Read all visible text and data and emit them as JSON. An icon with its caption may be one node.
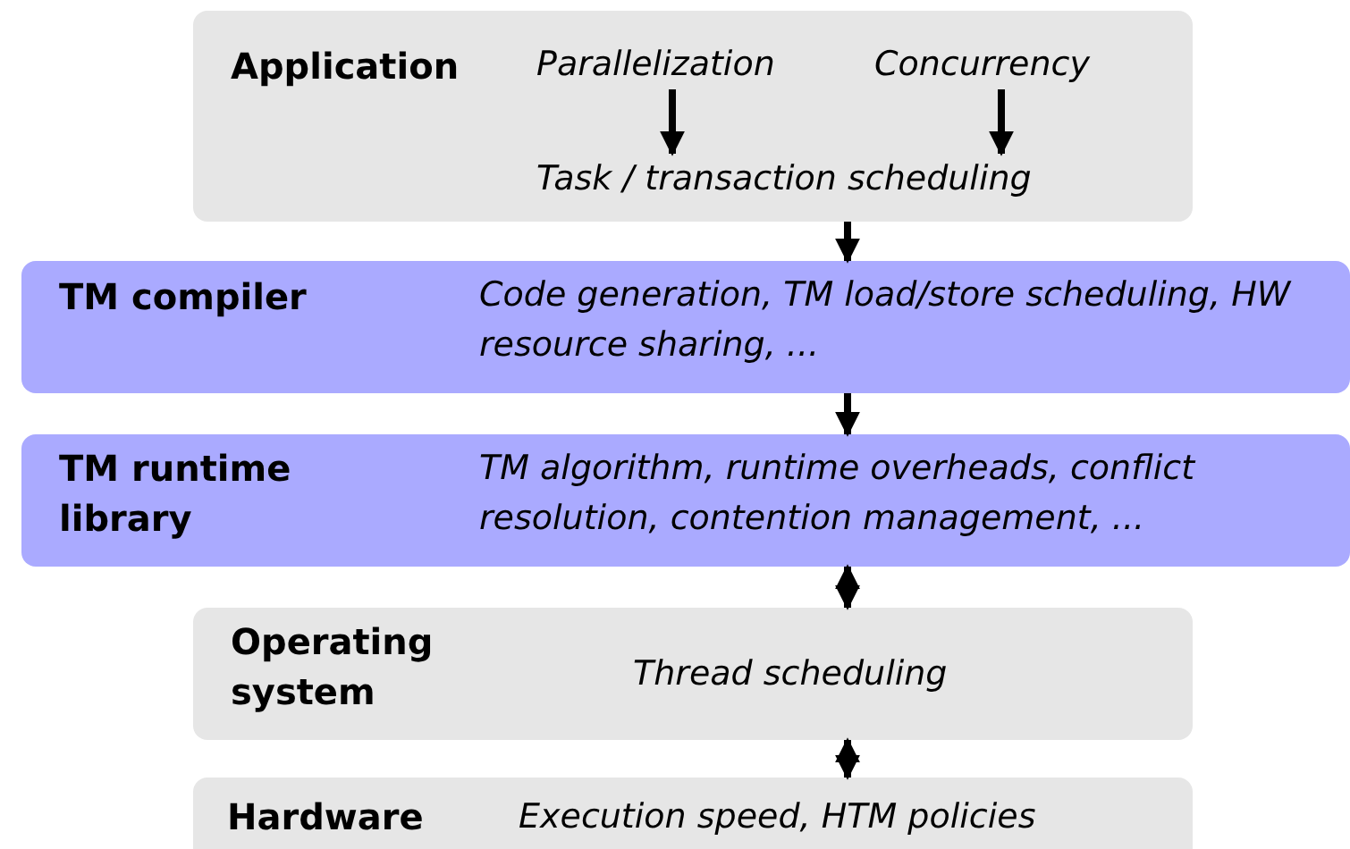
{
  "diagram": {
    "nodes": [
      {
        "text": [
          "Application"
        ]
      },
      {
        "text": [
          "Parallelization"
        ],
        "in": 0
      },
      {
        "text": [
          "Concurrency"
        ],
        "in": 0
      },
      {
        "text": [
          "Task / transaction scheduling"
        ],
        "in": 0
      },
      {
        "text": [
          "TM compiler",
          "Code generation, TM load/store scheduling, HW resource sharing, ..."
        ]
      },
      {
        "text": [
          "TM runtime library",
          "TM algorithm, runtime overheads, conflict resolution, contention management, ..."
        ]
      },
      {
        "text": [
          "Operating system",
          "Thread scheduling"
        ]
      },
      {
        "text": [
          "Hardware",
          "Execution speed, HTM policies"
        ]
      }
    ],
    "edges": [
      {
        "from": 1,
        "to": 3,
        "arrow": "to"
      },
      {
        "from": 2,
        "to": 3,
        "arrow": "to"
      },
      {
        "from": 0,
        "to": 4,
        "arrow": "to"
      },
      {
        "from": 4,
        "to": 5,
        "arrow": "to"
      },
      {
        "from": 5,
        "to": 6,
        "arrow": "both"
      },
      {
        "from": 6,
        "to": 7,
        "arrow": "both"
      }
    ]
  }
}
